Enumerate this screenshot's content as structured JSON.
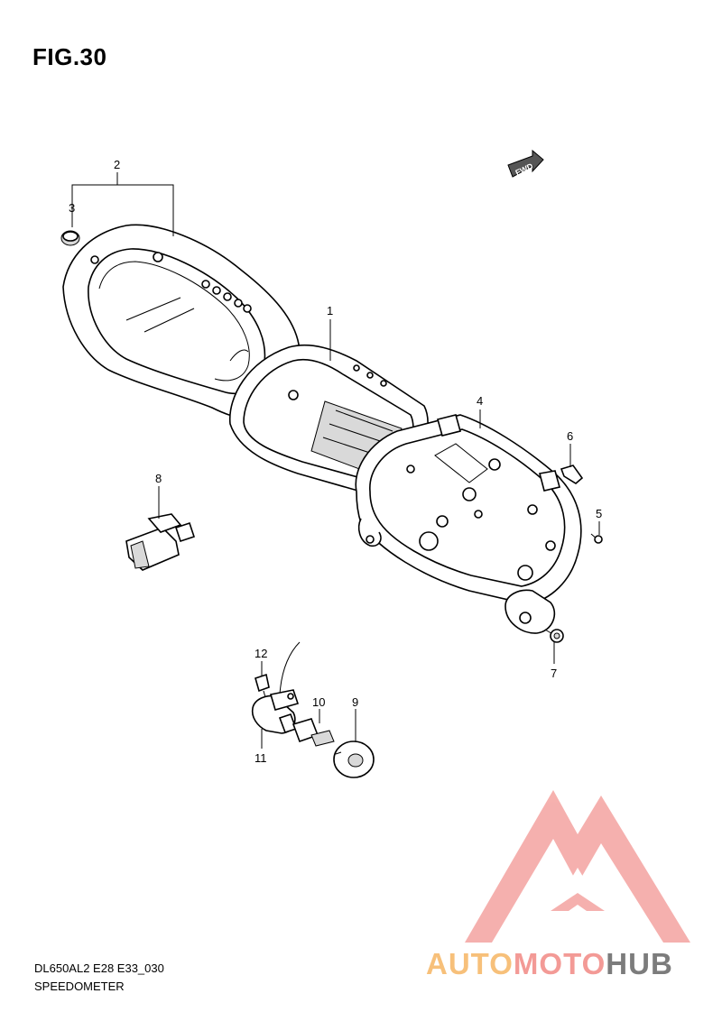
{
  "figure": {
    "title": "FIG.30"
  },
  "direction_marker": {
    "label": "FWD"
  },
  "callouts": [
    {
      "id": "1",
      "label": "1"
    },
    {
      "id": "2",
      "label": "2"
    },
    {
      "id": "3",
      "label": "3"
    },
    {
      "id": "4",
      "label": "4"
    },
    {
      "id": "5",
      "label": "5"
    },
    {
      "id": "6",
      "label": "6"
    },
    {
      "id": "7",
      "label": "7"
    },
    {
      "id": "8",
      "label": "8"
    },
    {
      "id": "9",
      "label": "9"
    },
    {
      "id": "10",
      "label": "10"
    },
    {
      "id": "11",
      "label": "11"
    },
    {
      "id": "12",
      "label": "12"
    }
  ],
  "footer": {
    "model_code": "DL650AL2 E28 E33_030",
    "section": "SPEEDOMETER"
  },
  "watermark": {
    "part1": "AUTO",
    "part2": "MOTO",
    "part3": "HUB",
    "colors": {
      "auto": "#f7c07a",
      "moto": "#f39a96",
      "hub": "#7c7c7c",
      "logo": "#f4a3a0"
    }
  }
}
